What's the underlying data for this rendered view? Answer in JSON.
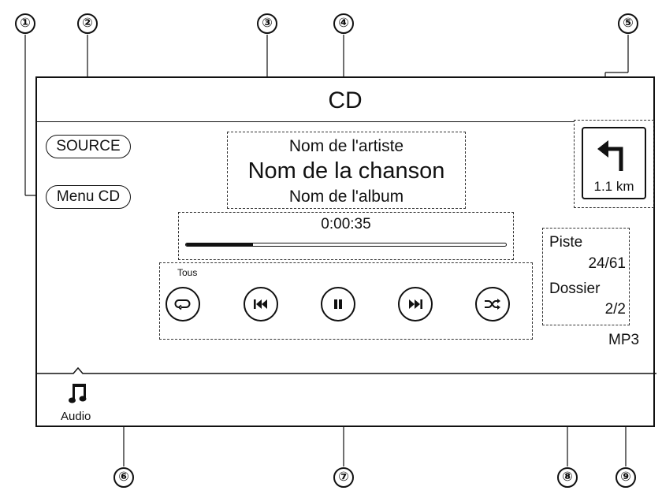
{
  "callouts": [
    "①",
    "②",
    "③",
    "④",
    "⑤",
    "⑥",
    "⑦",
    "⑧",
    "⑨"
  ],
  "screen": {
    "title": "CD",
    "source_label": "SOURCE",
    "menu_cd_label": "Menu CD",
    "track": {
      "artist": "Nom de l'artiste",
      "song": "Nom de la chanson",
      "album": "Nom de l'album"
    },
    "playback": {
      "time": "0:00:35",
      "progress_fraction": 0.21
    },
    "controls": {
      "repeat_mode": "Tous",
      "buttons": [
        "repeat-icon",
        "previous-track-icon",
        "pause-icon",
        "next-track-icon",
        "shuffle-icon"
      ]
    },
    "navigation": {
      "distance": "1.1 km",
      "direction_icon": "turn-left-arrow-icon"
    },
    "info": {
      "track_label": "Piste",
      "track_value": "24/61",
      "folder_label": "Dossier",
      "folder_value": "2/2",
      "format": "MP3"
    },
    "bottom_bar": {
      "audio_label": "Audio",
      "audio_icon": "music-note-icon"
    }
  }
}
